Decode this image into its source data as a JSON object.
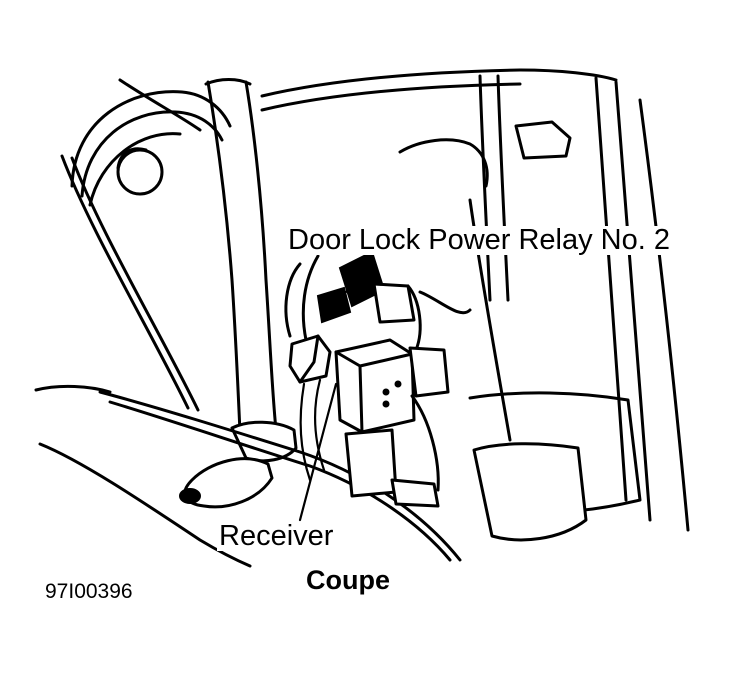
{
  "callouts": {
    "relay": "Door Lock Power Relay No. 2",
    "receiver": "Receiver"
  },
  "caption": "Coupe",
  "figure_code": "97I00396"
}
